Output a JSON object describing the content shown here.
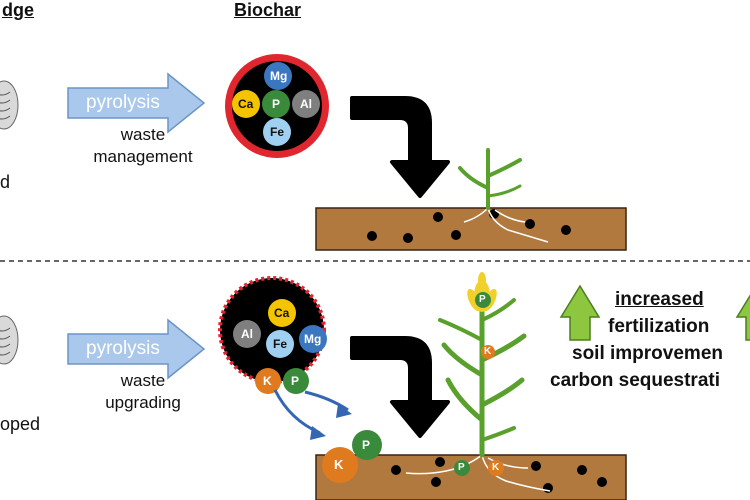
{
  "headers": {
    "left": "dge",
    "biochar": "Biochar"
  },
  "top": {
    "left_label": "d",
    "arrow_label": "pyrolysis",
    "caption_line1": "waste",
    "caption_line2": "management",
    "elements": [
      "Mg",
      "Ca",
      "P",
      "Al",
      "Fe"
    ]
  },
  "bottom": {
    "left_label": "oped",
    "arrow_label": "pyrolysis",
    "caption_line1": "waste",
    "caption_line2": "upgrading",
    "elements": [
      "Ca",
      "Al",
      "Fe",
      "Mg",
      "K",
      "P"
    ],
    "released": [
      "K",
      "P"
    ],
    "plant_labels": [
      "P",
      "K"
    ],
    "root_labels": [
      "P",
      "K"
    ]
  },
  "benefits": {
    "underlined": "increased",
    "line1": "fertilization",
    "line2": "soil improvemen",
    "line3": "carbon sequestrati"
  },
  "colors": {
    "arrow_fill": "#a9c8ec",
    "arrow_text": "#ffffff",
    "big_arrow": "#000000",
    "ring_red": "#e0262e",
    "soil": "#b2793f",
    "green_arrow": "#8dc63f",
    "Mg": "#3b77bf",
    "Ca": "#f5c400",
    "P": "#3a8a3c",
    "Al": "#7f7f7f",
    "Fe": "#9fd0f2",
    "K": "#e07a1e"
  }
}
